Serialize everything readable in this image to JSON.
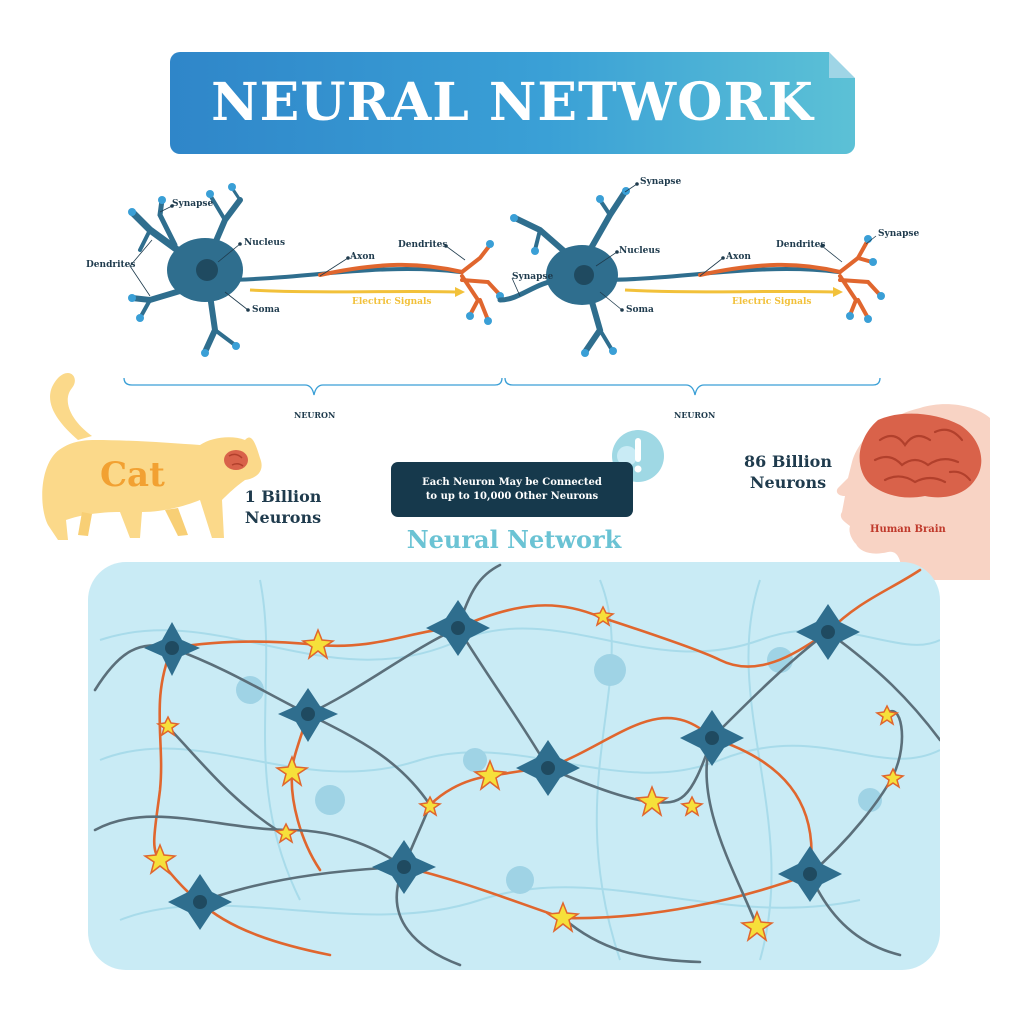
{
  "title": "NEURAL NETWORK",
  "neurons": [
    {
      "synapse": "Synapse",
      "dendrites_left": "Dendrites",
      "nucleus": "Nucleus",
      "soma": "Soma",
      "axon": "Axon",
      "dendrites_right": "Dendrites",
      "electric_signals": "Electric Signals",
      "caption": "NEURON"
    },
    {
      "synapse_top": "Synapse",
      "synapse_left": "Synapse",
      "nucleus": "Nucleus",
      "soma": "Soma",
      "axon": "Axon",
      "dendrites_right": "Dendrites",
      "synapse_right": "Synapse",
      "electric_signals": "Electric Signals",
      "caption": "NEURON"
    }
  ],
  "cat": {
    "label": "Cat",
    "count_line1": "1 Billion",
    "count_line2": "Neurons"
  },
  "human": {
    "count_line1": "86 Billion",
    "count_line2": "Neurons",
    "label": "Human Brain"
  },
  "note": {
    "line1": "Each Neuron May be Connected",
    "line2": "to up to 10,000 Other Neurons",
    "icon": "exclamation-icon"
  },
  "network_title": "Neural Network",
  "colors": {
    "banner": "#3aa0d6",
    "neuron": "#2f6e8e",
    "axon_orange": "#e0662e",
    "signal": "#f2c13a",
    "network_bg": "#c9ebf5",
    "cat": "#fbd98a",
    "head": "#f8d3c4",
    "brain": "#d9624a"
  }
}
